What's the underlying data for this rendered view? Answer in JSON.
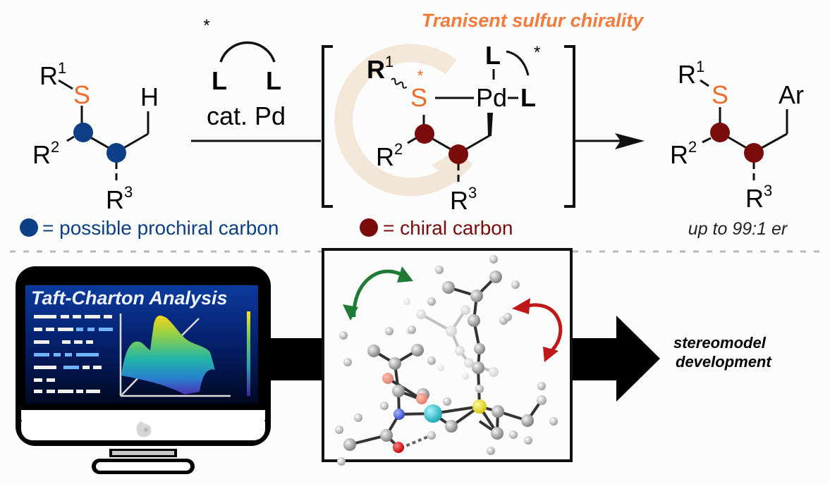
{
  "colors": {
    "sulfur": "#f26b2a",
    "prochiral": "#0e3f86",
    "chiral": "#7a0c0c",
    "bond": "#111111",
    "screen_top": "#0a2f8c",
    "screen_bottom": "#000a2a",
    "swirl": "#f3e3d0",
    "green_arrow": "#1f7a35",
    "red_arrow": "#c01818",
    "divider": "#b8b8b8"
  },
  "top": {
    "substrate": {
      "r1": "R",
      "r1_sup": "1",
      "s": "S",
      "h": "H",
      "r2": "R",
      "r2_sup": "2",
      "r3": "R",
      "r3_sup": "3"
    },
    "reagent": {
      "star": "*",
      "l_left": "L",
      "l_right": "L",
      "catalyst": "cat. Pd"
    },
    "intermediate": {
      "title": "Tranisent sulfur chirality",
      "r1": "R",
      "r1_sup": "1",
      "s_star": "*",
      "s": "S",
      "pd": "Pd",
      "l_top": "L",
      "l_right": "L",
      "ligand_star": "*",
      "r2": "R",
      "r2_sup": "2",
      "r3": "R",
      "r3_sup": "3"
    },
    "product": {
      "r1": "R",
      "r1_sup": "1",
      "s": "S",
      "ar": "Ar",
      "r2": "R",
      "r2_sup": "2",
      "r3": "R",
      "r3_sup": "3",
      "er": "up to 99:1 er"
    },
    "legend": {
      "prochiral": "= possible prochiral carbon",
      "chiral": "= chiral carbon"
    }
  },
  "bottom": {
    "monitor": {
      "title": "Taft-Charton Analysis"
    },
    "result": {
      "line1": "stereomodel",
      "line2": "development"
    }
  }
}
